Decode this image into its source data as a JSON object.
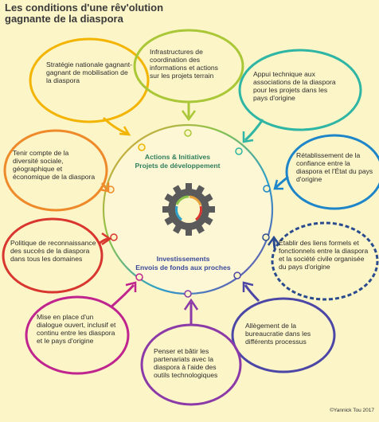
{
  "title": "Les conditions d'une rêv'olution gagnante de la diaspora",
  "center": {
    "top_line1": "Actions & Initiatives",
    "top_line2": "Projets de développement",
    "bottom_line1": "Investissements",
    "bottom_line2": "Envois de  fonds aux proches"
  },
  "bubbles": [
    {
      "text": "Stratégie nationale gagnant-gagnant de mobilisation de la diaspora",
      "color": "#F3B400"
    },
    {
      "text": "Infrastructures de coordination des informations et actions sur les projets terrain",
      "color": "#A9C736"
    },
    {
      "text": "Appui technique aux associations de la diaspora pour les projets dans les pays d'origine",
      "color": "#2EB5A4"
    },
    {
      "text": "Rétablissement de la confiance entre la diaspora et l'État du pays d'origine",
      "color": "#1E86C8"
    },
    {
      "text": "Établir des liens formels et fonctionnels entre la diaspora et la société civile organisée du pays d'origine",
      "color": "#2A4C8F"
    },
    {
      "text": "Allègement de la bureaucratie dans les différents processus",
      "color": "#4C46A6"
    },
    {
      "text": "Penser et bâtir les partenariats avec la diaspora à l'aide des outils technologiques",
      "color": "#8C3AA8"
    },
    {
      "text": "Mise en place d'un dialogue ouvert, inclusif et continu entre les diaspora et le pays d'origine",
      "color": "#C0248E"
    },
    {
      "text": "Politique de reconnaissance des succès de la diaspora dans tous les domaines",
      "color": "#D8362E"
    },
    {
      "text": "Tenir compte de la diversité sociale, géographique et économique de la diaspora",
      "color": "#EE8A2A"
    }
  ],
  "credit": "©Yannick Tou 2017"
}
